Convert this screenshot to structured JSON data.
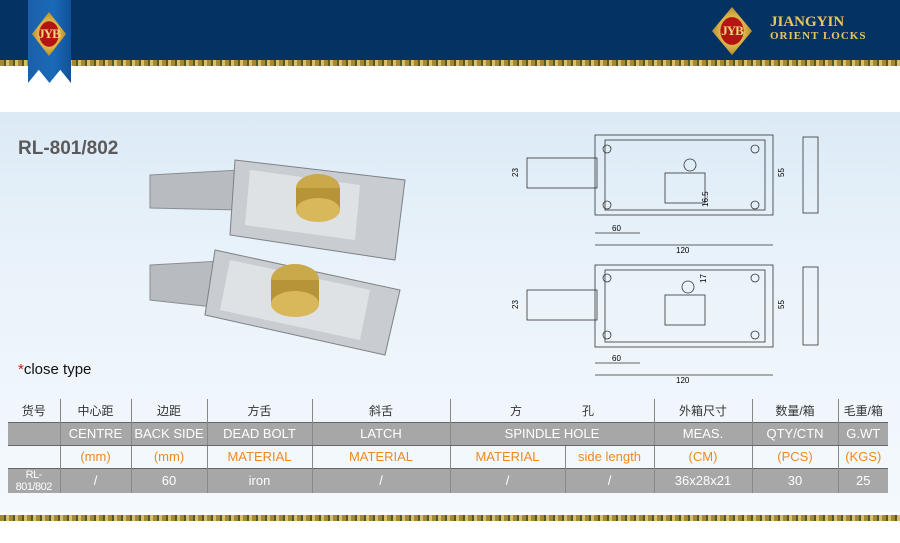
{
  "header": {
    "logo_text": "JYB",
    "brand_line1": "JIANGYIN",
    "brand_line2": "ORIENT LOCKS"
  },
  "product": {
    "title": "RL-801/802",
    "note_star": "*",
    "note": "close type"
  },
  "drawing": {
    "dims": {
      "height_left": "23",
      "height_right": "55",
      "centre": "60",
      "length": "120",
      "spindle_top": "16.5",
      "spindle_bottom": "17"
    }
  },
  "table": {
    "cn_headers": [
      "货号",
      "中心距",
      "边距",
      "方舌",
      "斜舌",
      "方",
      "孔",
      "外箱尺寸",
      "数量/箱",
      "毛重/箱"
    ],
    "en_headers": [
      "CENTRE",
      "BACK SIDE",
      "DEAD BOLT",
      "LATCH",
      "SPINDLE HOLE",
      "MEAS.",
      "QTY/CTN",
      "G.WT"
    ],
    "units": [
      "(mm)",
      "(mm)",
      "MATERIAL",
      "MATERIAL",
      "MATERIAL",
      "side length",
      "(CM)",
      "(PCS)",
      "(KGS)"
    ],
    "rows": [
      {
        "model": "RL-801/802",
        "centre": "/",
        "back_side": "60",
        "dead_bolt": "iron",
        "latch": "/",
        "spindle_material": "/",
        "spindle_side": "/",
        "meas": "36x28x21",
        "qty": "30",
        "gwt": "25"
      }
    ]
  }
}
